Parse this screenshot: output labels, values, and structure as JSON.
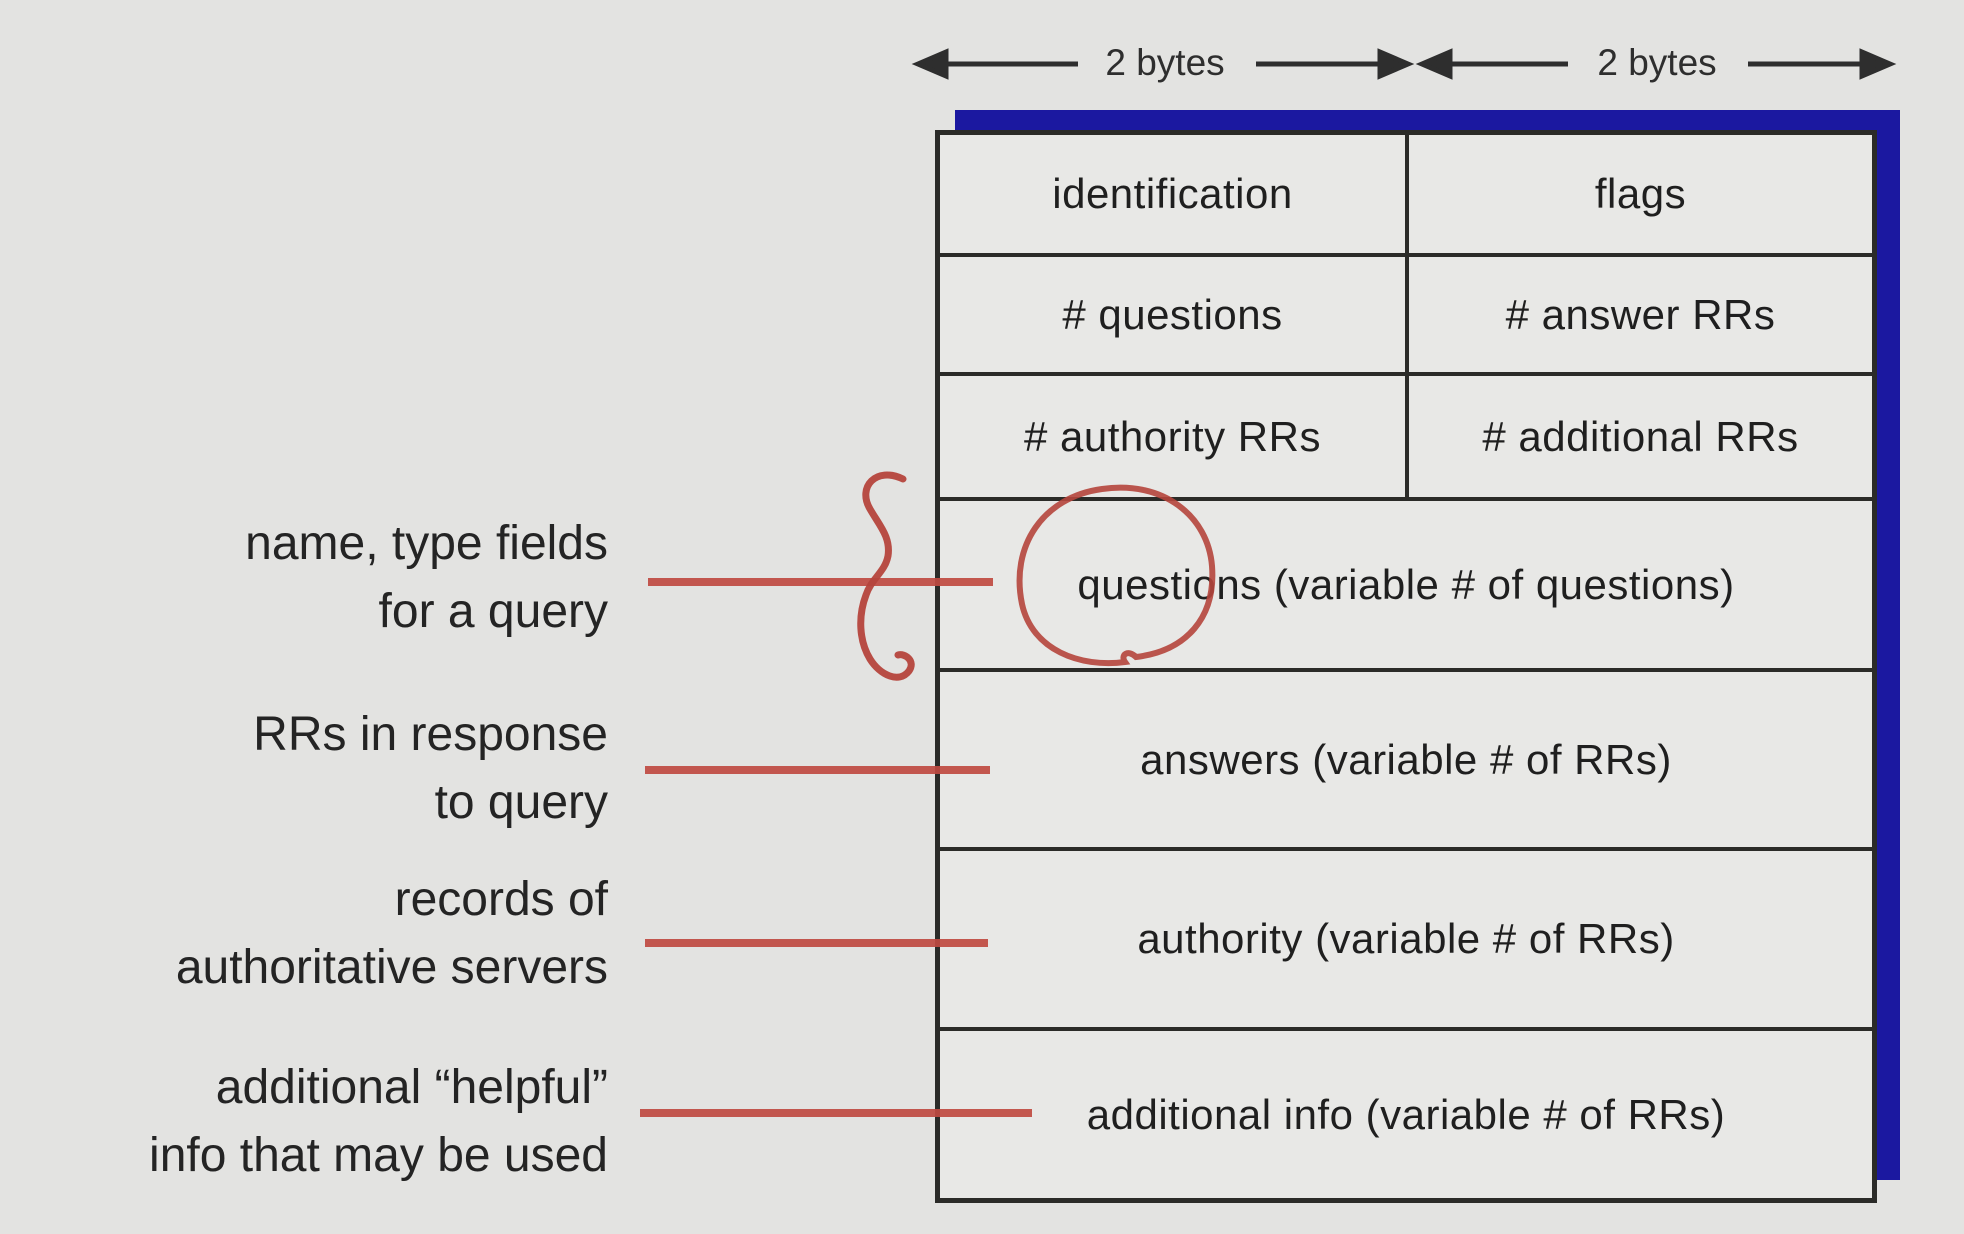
{
  "byte_labels": {
    "left": "2 bytes",
    "right": "2 bytes"
  },
  "table": {
    "header_rows": [
      {
        "left": "identification",
        "right": "flags"
      },
      {
        "left": "# questions",
        "right": "# answer RRs"
      },
      {
        "left": "# authority RRs",
        "right": "# additional RRs"
      }
    ],
    "body_rows": [
      {
        "label": "questions (variable # of questions)"
      },
      {
        "label": "answers (variable # of RRs)"
      },
      {
        "label": "authority (variable # of RRs)"
      },
      {
        "label": "additional info (variable # of RRs)"
      }
    ]
  },
  "annotations": [
    {
      "line1": "name, type fields",
      "line2": "for a query"
    },
    {
      "line1": "RRs in response",
      "line2": "to query"
    },
    {
      "line1": "records of",
      "line2": "authoritative servers"
    },
    {
      "line1": "additional “helpful”",
      "line2": "info that may be used"
    }
  ],
  "colors": {
    "background": "#e3e3e1",
    "table_fill": "#e8e8e6",
    "border": "#2b2b28",
    "shadow_blue": "#1b18a0",
    "annotation_red": "#bf4a41",
    "arrow_black": "#2e2e2e"
  }
}
